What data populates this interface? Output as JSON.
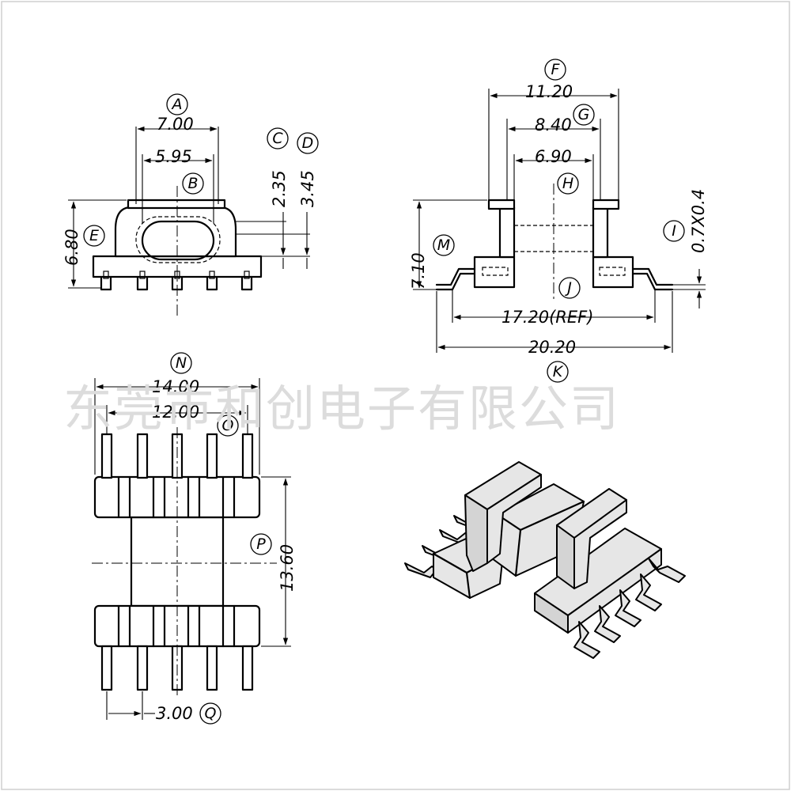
{
  "front_view": {
    "dims": {
      "A": "7.00",
      "B": "5.95",
      "C": "2.35",
      "D": "3.45",
      "E": "6.80"
    },
    "labels": {
      "A": "A",
      "B": "B",
      "C": "C",
      "D": "D",
      "E": "E"
    }
  },
  "side_view": {
    "dims": {
      "F": "11.20",
      "G": "8.40",
      "H": "6.90",
      "I": "0.7X0.4",
      "J": "17.20(REF)",
      "K": "20.20",
      "M": "7.10"
    },
    "labels": {
      "F": "F",
      "G": "G",
      "H": "H",
      "I": "I",
      "J": "J",
      "K": "K",
      "M": "M"
    }
  },
  "bottom_view": {
    "dims": {
      "N": "14.00",
      "O": "12.00",
      "P": "13.60",
      "Q": "3.00"
    },
    "labels": {
      "N": "N",
      "O": "O",
      "P": "P",
      "Q": "Q"
    }
  },
  "watermark": "东莞市和创电子有限公司"
}
